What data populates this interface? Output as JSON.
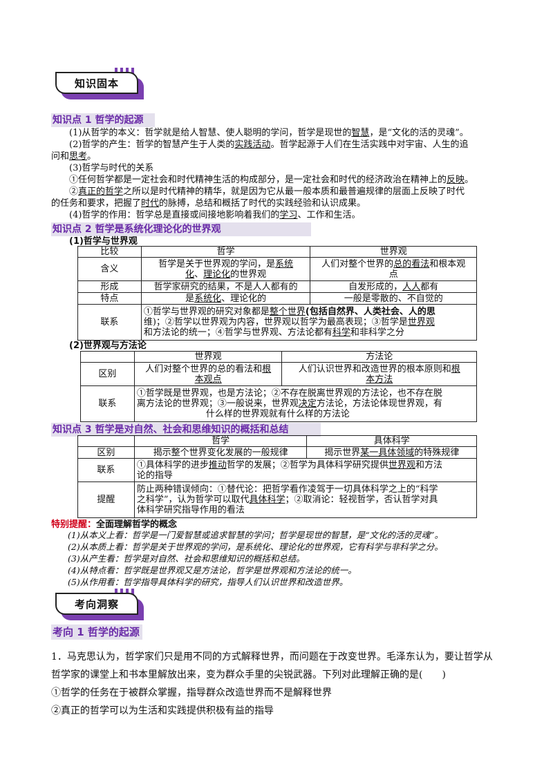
{
  "badges": {
    "zhishi": "知识固本",
    "kaoxiang": "考向洞察"
  },
  "kp1": {
    "title": "知识点 1  哲学的起源",
    "l1": [
      "(1)从哲学的本义：哲学就是给人智慧、使人聪明的学问，哲学是现世的",
      "智慧",
      "，是“文化的活的灵魂”。"
    ],
    "l2": [
      "(2)哲学的产生：哲学的智慧产生于人类的",
      "实践活动",
      "。哲学起源于人们在生活实践中对宇宙、人生的追"
    ],
    "l3": [
      "问和",
      "思考",
      "。"
    ],
    "l4": "(3)哲学与时代的关系",
    "l5": [
      "①任何哲学都是一定社会和时代精神生活的构成部分，是一定社会和时代的经济政治在精神上的",
      "反映",
      "。"
    ],
    "l6": [
      "②",
      "真正的哲学",
      "之所以是时代精神的精华，就是因为它从最一般本质和最普遍规律的层面上反映了时代"
    ],
    "l7": [
      "的任务和要求，把握了",
      "时代",
      "的脉搏，总结和概括了时代的实践经验和认识成果。"
    ],
    "l8": [
      "(4)哲学的作用：哲学总是直接或间接地影响着我们的",
      "学习",
      "、工作和生活。"
    ]
  },
  "kp2": {
    "title": "知识点 2  哲学是系统化理论化的世界观",
    "sub1": "(1)哲学与世界观",
    "t1": {
      "h": [
        "比较",
        "哲学",
        "世界观"
      ],
      "r1": [
        "含义",
        "哲学是关于世界观的学问，是",
        "系统",
        "化",
        "、",
        "理论化",
        "的世界观",
        "人们对整个世界的",
        "总的看法",
        "和根本观",
        "点"
      ],
      "r2": [
        "形成",
        "哲学家研究的结果，不是人人都有的",
        "自发形成的，",
        "人人",
        "都有"
      ],
      "r3": [
        "特点",
        "是",
        "系统化",
        "、理论化的",
        "一般是零散的、不自觉的"
      ],
      "r4": [
        "联系",
        "①哲学与世界观的研究对象都是",
        "整个世界",
        "(包括自然界、人类社会、人的思",
        "维)；②哲学以世界观为内容，世界观以哲学为最高表现；③哲学是",
        "世界观",
        "和方法论的统一；④哲学与世界观、方法论都有",
        "科学",
        "和非科学之分"
      ]
    },
    "sub2": "(2)世界观与方法论",
    "t2": {
      "h": [
        "世界观",
        "方法论"
      ],
      "r1": [
        "区别",
        "人们对整个世界的总的看法和",
        "根",
        "本观点",
        "人们认识世界和改造世界的根本原则和",
        "根",
        "本方法"
      ],
      "r2": [
        "联系",
        "①哲学既是世界观，也是方法论；②不存在脱离世界观的方法论，也不存在脱",
        "离方法论的世界观；③一般说来，世界观",
        "决定",
        "方法论，方法论体现世界观，有",
        "什么样的世界观就有什么样的方法论"
      ]
    }
  },
  "kp3": {
    "title": "知识点 3  哲学是对自然、社会和思维知识的概括和总结",
    "t3": {
      "h": [
        "哲学",
        "具体科学"
      ],
      "r1": [
        "区别",
        "揭示整个世界变化发展的一般规律",
        "揭示世界",
        "某一具体领域",
        "的特殊规律"
      ],
      "r2": [
        "联系",
        "①具体科学的进步",
        "推动",
        "哲学的发展；②哲学为具体科学研究提供",
        "世界观",
        "和方法",
        "论的指导"
      ],
      "r3": [
        "提醒",
        "防止两种错误倾向：①替代论：把哲学看作凌驾于一切具体科学之上的“科学",
        "之科学”，认为哲学可以取代",
        "具体科学",
        "；②取消论：轻视哲学，否认哲学对具",
        "体科学研究指导作用的看法"
      ]
    }
  },
  "special": {
    "label": "特别提醒：",
    "title": "全面理解哲学的概念",
    "items": [
      "(1)从本义上看：哲学是一门爱智慧或追求智慧的学问；哲学是现世的智慧，是“文化的活的灵魂”。",
      "(2)从本质上看：哲学是关于世界观的学问，是系统化、理论化的世界观，它有科学与非科学之分。",
      "(3)从产生看：哲学是对自然、社会和思维知识的概括和总结。",
      "(4)从特点看：哲学既是世界观又是方法论，哲学是世界观和方法论的统一。",
      "(5)从作用看：哲学指导具体科学的研究，指导人们认识世界和改造世界。"
    ]
  },
  "kx1": {
    "title": "考向 1  哲学的起源"
  },
  "question": {
    "l1": "1．马克思认为，哲学家们只是用不同的方式解释世界，而问题在于改变世界。毛泽东认为，要让哲学从",
    "l2": "哲学家的课堂上和书本里解放出来，变为群众手里的尖锐武器。下列对此理解正确的是(　　)",
    "opt1": "①哲学的任务在于被群众掌握，指导群众改造世界而不是解释世界",
    "opt2": "②真正的哲学可以为生活和实践提供积极有益的指导"
  }
}
